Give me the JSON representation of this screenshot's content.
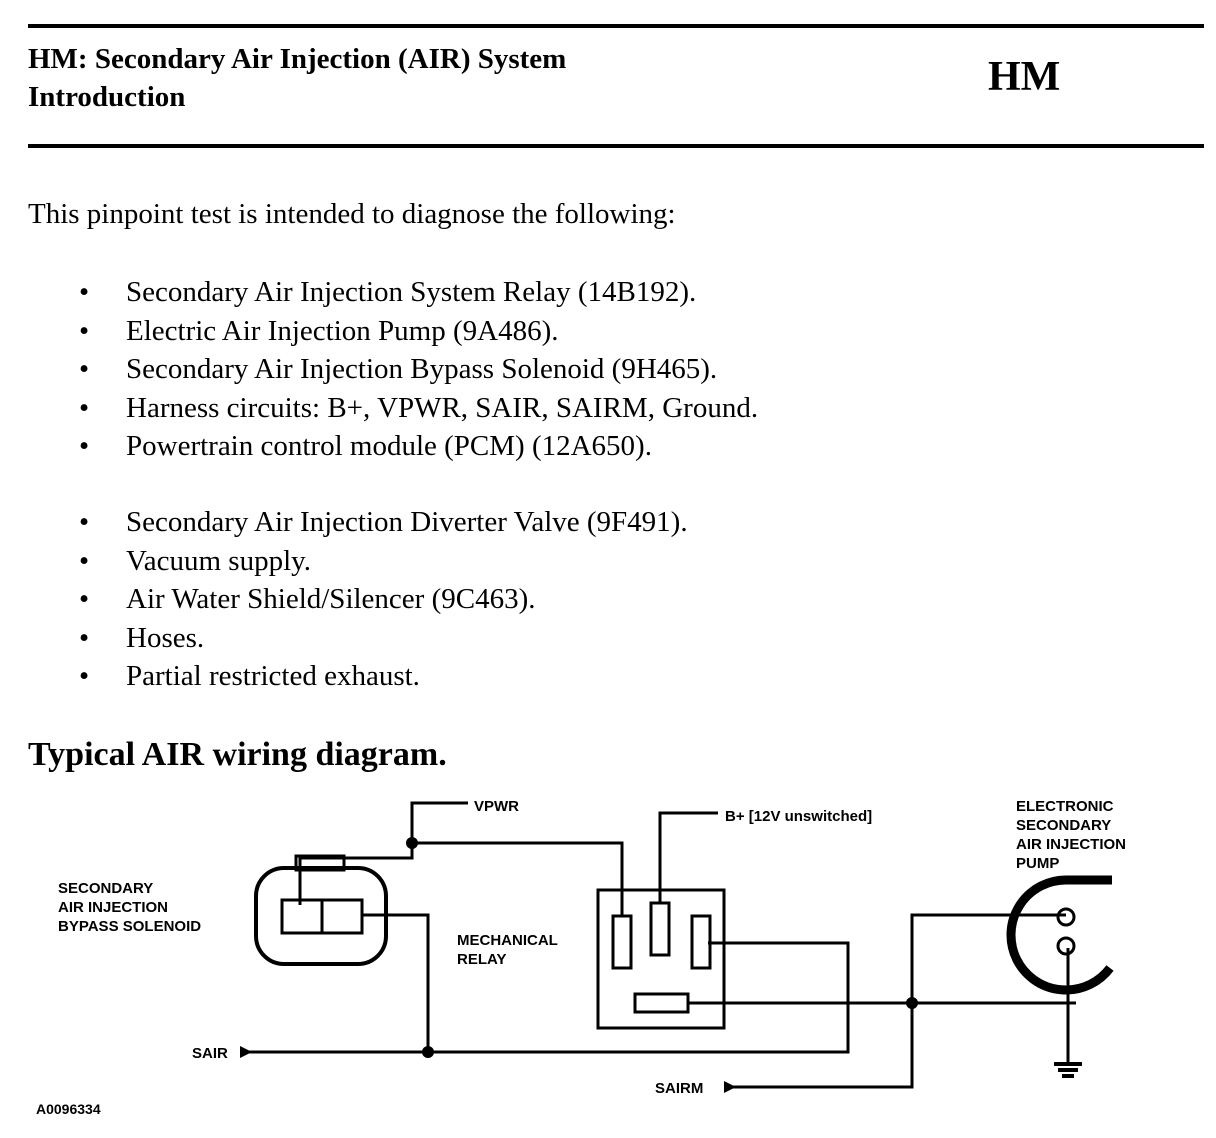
{
  "header": {
    "title_line1": "HM: Secondary Air Injection (AIR) System",
    "title_line2": "Introduction",
    "code": "HM"
  },
  "intro": "This pinpoint test is intended to diagnose the following:",
  "list_a": [
    "Secondary Air Injection System Relay (14B192).",
    "Electric Air Injection Pump (9A486).",
    "Secondary Air Injection Bypass Solenoid (9H465).",
    "Harness circuits: B+, VPWR, SAIR, SAIRM, Ground.",
    "Powertrain control module (PCM) (12A650)."
  ],
  "list_b": [
    "Secondary Air Injection Diverter Valve (9F491).",
    "Vacuum supply.",
    "Air Water Shield/Silencer (9C463).",
    "Hoses.",
    "Partial restricted exhaust."
  ],
  "bullet": "•",
  "diagram": {
    "heading": "Typical AIR wiring diagram.",
    "labels": {
      "vpwr": "VPWR",
      "bplus": "B+ [12V unswitched]",
      "pump": [
        "ELECTRONIC",
        "SECONDARY",
        "AIR INJECTION",
        "PUMP"
      ],
      "solenoid": [
        "SECONDARY",
        "AIR INJECTION",
        "BYPASS SOLENOID"
      ],
      "relay": [
        "MECHANICAL",
        "RELAY"
      ],
      "sair": "SAIR",
      "sairm": "SAIRM",
      "figure_id": "A0096334"
    }
  }
}
